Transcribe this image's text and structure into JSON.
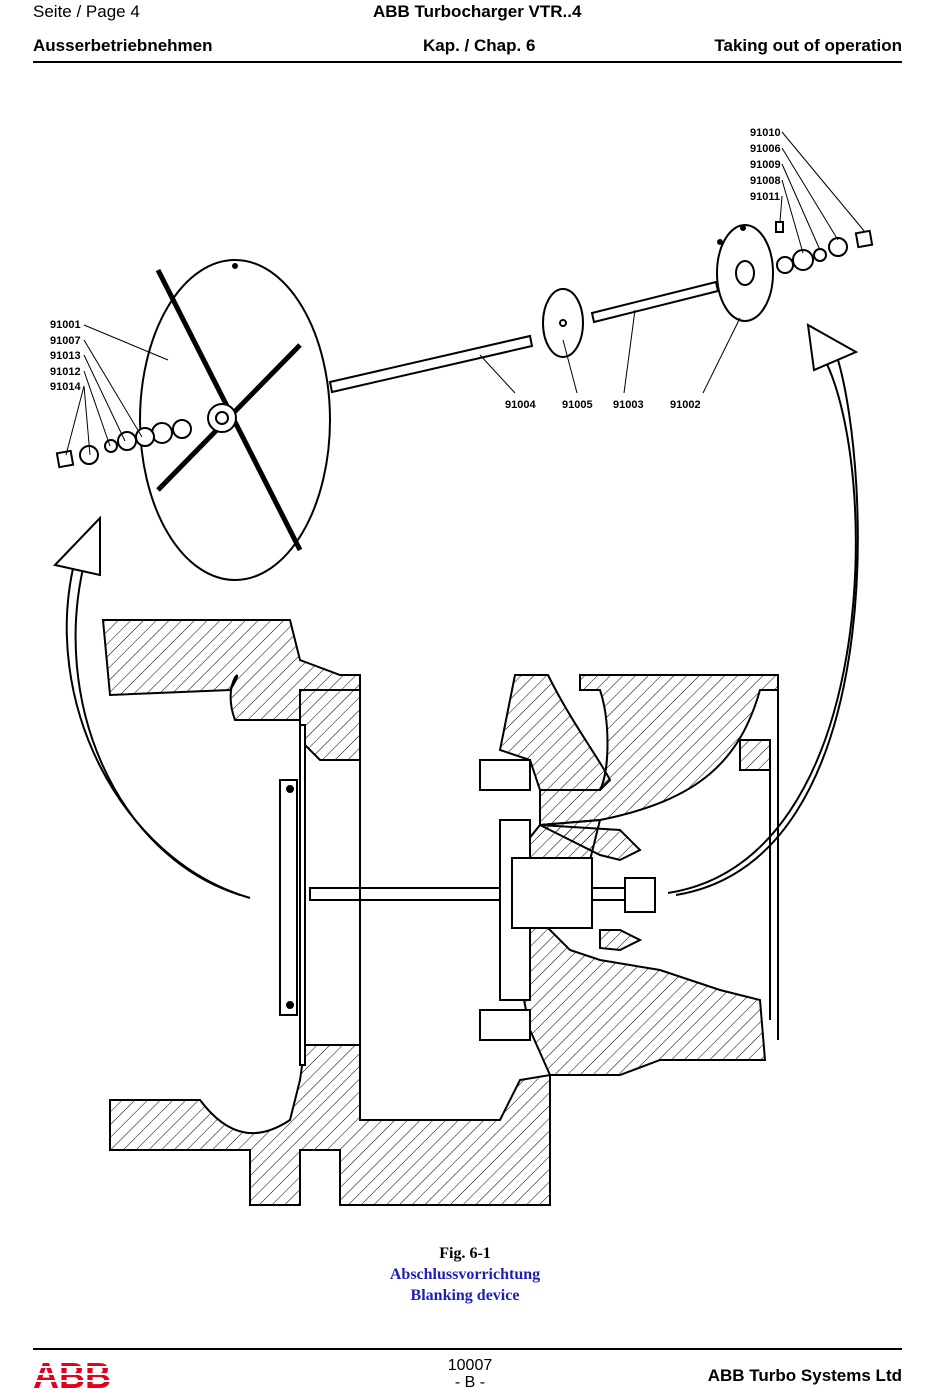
{
  "header": {
    "page": "Seite / Page  4",
    "document": "ABB Turbocharger VTR..4",
    "section_de": "Ausserbetriebnehmen",
    "chapter": "Kap. / Chap. 6",
    "section_en": "Taking out of operation"
  },
  "figure": {
    "labels_left": [
      "91001",
      "91007",
      "91013",
      "91012",
      "91014"
    ],
    "labels_right": [
      "91010",
      "91006",
      "91009",
      "91008",
      "91011"
    ],
    "labels_bottom": [
      "91004",
      "91005",
      "91003",
      "91002"
    ]
  },
  "caption": {
    "number": "Fig. 6-1",
    "title_de": "Abschlussvorrichtung",
    "title_en": "Blanking device"
  },
  "footer": {
    "logo_text": "ABB",
    "doc_number": "10007",
    "revision": "- B -",
    "company": "ABB Turbo Systems Ltd"
  },
  "colors": {
    "caption_blue": "#1f1fb4",
    "logo_red": "#e2001a"
  }
}
